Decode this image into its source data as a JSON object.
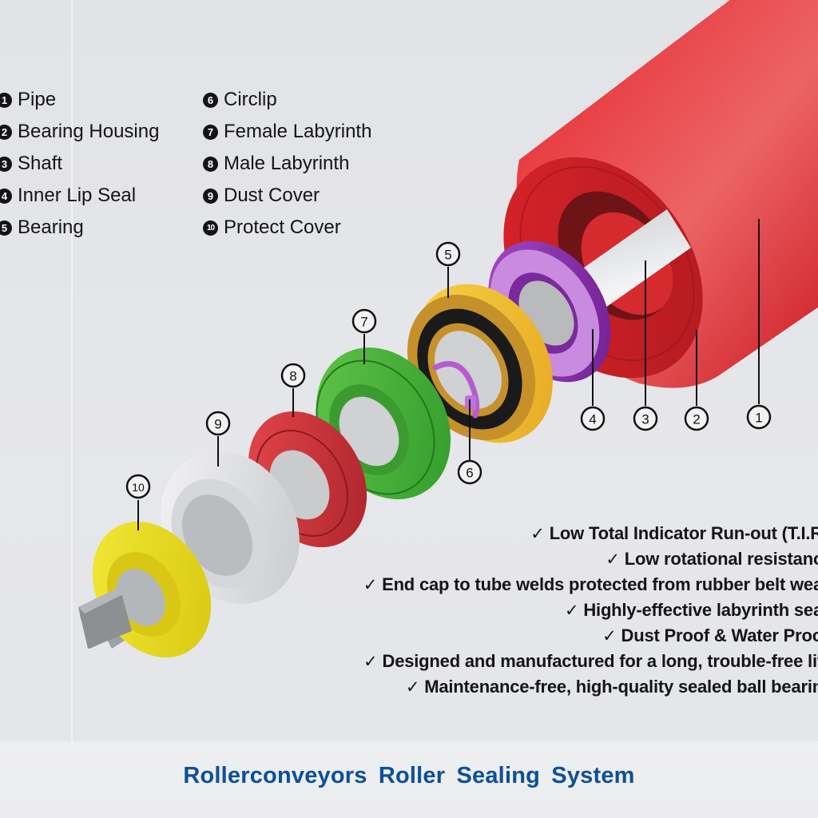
{
  "legend": {
    "column1": [
      {
        "num": "1",
        "label": "Pipe"
      },
      {
        "num": "2",
        "label": "Bearing Housing"
      },
      {
        "num": "3",
        "label": "Shaft"
      },
      {
        "num": "4",
        "label": "Inner Lip Seal"
      },
      {
        "num": "5",
        "label": "Bearing"
      }
    ],
    "column2": [
      {
        "num": "6",
        "label": "Circlip"
      },
      {
        "num": "7",
        "label": "Female Labyrinth"
      },
      {
        "num": "8",
        "label": "Male Labyrinth"
      },
      {
        "num": "9",
        "label": "Dust Cover"
      },
      {
        "num": "10",
        "label": "Protect Cover"
      }
    ]
  },
  "callouts": {
    "c1": "1",
    "c2": "2",
    "c3": "3",
    "c4": "4",
    "c5": "5",
    "c6": "6",
    "c7": "7",
    "c8": "8",
    "c9": "9",
    "c10": "10"
  },
  "parts_colors": {
    "pipe": "#e0262b",
    "shaft": "#c9cbcd",
    "inner_lip_seal": "#8e2bb0",
    "bearing": "#f2b630",
    "circlip": "#c070d8",
    "female_labyrinth": "#4cb535",
    "male_labyrinth": "#d9363a",
    "dust_cover": "#e9eaec",
    "protect_cover": "#ecdf1c"
  },
  "features": {
    "check_glyph": "✓",
    "items": [
      "Low Total Indicator Run-out (T.I.R",
      "Low rotational resistanc",
      "End cap to tube welds protected from rubber belt wea",
      "Highly-effective labyrinth sea",
      "Dust Proof & Water Proo",
      "Designed and manufactured for a long, trouble-free lif",
      "Maintenance-free, high-quality sealed ball bearin"
    ]
  },
  "footer": {
    "title": "Rollerconveyors  Roller Sealing System",
    "title_color": "#0d4f9a"
  }
}
